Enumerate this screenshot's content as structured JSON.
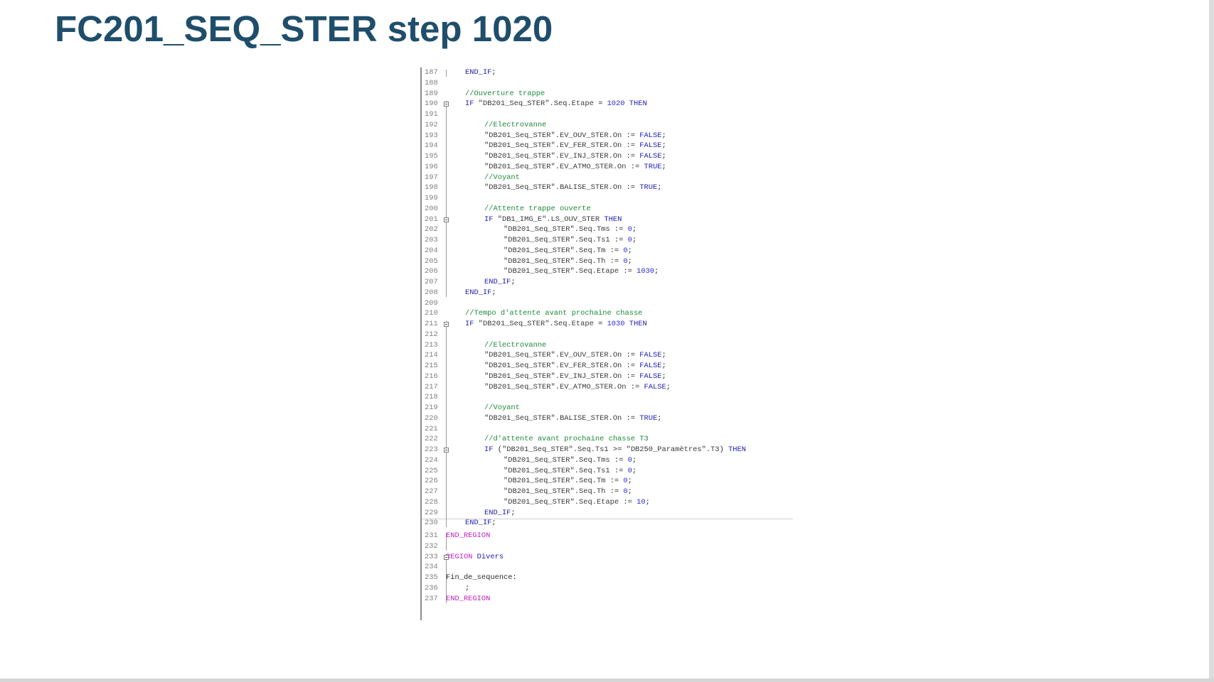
{
  "slide": {
    "title": "FC201_SEQ_STER step 1020"
  },
  "code": {
    "lines": [
      {
        "n": "187",
        "indent": 1,
        "tokens": [
          {
            "t": "kw",
            "v": "END_IF"
          },
          {
            "t": "op",
            "v": ";"
          }
        ]
      },
      {
        "n": "188",
        "indent": 0,
        "tokens": []
      },
      {
        "n": "189",
        "indent": 1,
        "tokens": [
          {
            "t": "cm",
            "v": "//Ouverture trappe"
          }
        ]
      },
      {
        "n": "190",
        "indent": 1,
        "tokens": [
          {
            "t": "kw",
            "v": "IF "
          },
          {
            "t": "str",
            "v": "\"DB201_Seq_STER\".Seq.Etape"
          },
          {
            "t": "op",
            "v": " = "
          },
          {
            "t": "num",
            "v": "1020"
          },
          {
            "t": "kw",
            "v": " THEN"
          }
        ]
      },
      {
        "n": "191",
        "indent": 0,
        "tokens": []
      },
      {
        "n": "192",
        "indent": 2,
        "tokens": [
          {
            "t": "cm",
            "v": "//Electrovanne"
          }
        ]
      },
      {
        "n": "193",
        "indent": 2,
        "tokens": [
          {
            "t": "str",
            "v": "\"DB201_Seq_STER\".EV_OUV_STER.On"
          },
          {
            "t": "op",
            "v": " := "
          },
          {
            "t": "bool",
            "v": "FALSE"
          },
          {
            "t": "op",
            "v": ";"
          }
        ]
      },
      {
        "n": "194",
        "indent": 2,
        "tokens": [
          {
            "t": "str",
            "v": "\"DB201_Seq_STER\".EV_FER_STER.On"
          },
          {
            "t": "op",
            "v": " := "
          },
          {
            "t": "bool",
            "v": "FALSE"
          },
          {
            "t": "op",
            "v": ";"
          }
        ]
      },
      {
        "n": "195",
        "indent": 2,
        "tokens": [
          {
            "t": "str",
            "v": "\"DB201_Seq_STER\".EV_INJ_STER.On"
          },
          {
            "t": "op",
            "v": " := "
          },
          {
            "t": "bool",
            "v": "FALSE"
          },
          {
            "t": "op",
            "v": ";"
          }
        ]
      },
      {
        "n": "196",
        "indent": 2,
        "tokens": [
          {
            "t": "str",
            "v": "\"DB201_Seq_STER\".EV_ATMO_STER.On"
          },
          {
            "t": "op",
            "v": " := "
          },
          {
            "t": "bool",
            "v": "TRUE"
          },
          {
            "t": "op",
            "v": ";"
          }
        ]
      },
      {
        "n": "197",
        "indent": 2,
        "tokens": [
          {
            "t": "cm",
            "v": "//Voyant"
          }
        ]
      },
      {
        "n": "198",
        "indent": 2,
        "tokens": [
          {
            "t": "str",
            "v": "\"DB201_Seq_STER\".BALISE_STER.On"
          },
          {
            "t": "op",
            "v": " := "
          },
          {
            "t": "bool",
            "v": "TRUE"
          },
          {
            "t": "op",
            "v": ";"
          }
        ]
      },
      {
        "n": "199",
        "indent": 0,
        "tokens": []
      },
      {
        "n": "200",
        "indent": 2,
        "tokens": [
          {
            "t": "cm",
            "v": "//Attente trappe ouverte"
          }
        ]
      },
      {
        "n": "201",
        "indent": 2,
        "tokens": [
          {
            "t": "kw",
            "v": "IF "
          },
          {
            "t": "str",
            "v": "\"DB1_IMG_E\".LS_OUV_STER"
          },
          {
            "t": "kw",
            "v": " THEN"
          }
        ]
      },
      {
        "n": "202",
        "indent": 3,
        "tokens": [
          {
            "t": "str",
            "v": "\"DB201_Seq_STER\".Seq.Tms"
          },
          {
            "t": "op",
            "v": " := "
          },
          {
            "t": "num",
            "v": "0"
          },
          {
            "t": "op",
            "v": ";"
          }
        ]
      },
      {
        "n": "203",
        "indent": 3,
        "tokens": [
          {
            "t": "str",
            "v": "\"DB201_Seq_STER\".Seq.Ts1"
          },
          {
            "t": "op",
            "v": " := "
          },
          {
            "t": "num",
            "v": "0"
          },
          {
            "t": "op",
            "v": ";"
          }
        ]
      },
      {
        "n": "204",
        "indent": 3,
        "tokens": [
          {
            "t": "str",
            "v": "\"DB201_Seq_STER\".Seq.Tm"
          },
          {
            "t": "op",
            "v": " := "
          },
          {
            "t": "num",
            "v": "0"
          },
          {
            "t": "op",
            "v": ";"
          }
        ]
      },
      {
        "n": "205",
        "indent": 3,
        "tokens": [
          {
            "t": "str",
            "v": "\"DB201_Seq_STER\".Seq.Th"
          },
          {
            "t": "op",
            "v": " := "
          },
          {
            "t": "num",
            "v": "0"
          },
          {
            "t": "op",
            "v": ";"
          }
        ]
      },
      {
        "n": "206",
        "indent": 3,
        "tokens": [
          {
            "t": "str",
            "v": "\"DB201_Seq_STER\".Seq.Etape"
          },
          {
            "t": "op",
            "v": " := "
          },
          {
            "t": "num",
            "v": "1030"
          },
          {
            "t": "op",
            "v": ";"
          }
        ]
      },
      {
        "n": "207",
        "indent": 2,
        "tokens": [
          {
            "t": "kw",
            "v": "END_IF"
          },
          {
            "t": "op",
            "v": ";"
          }
        ]
      },
      {
        "n": "208",
        "indent": 1,
        "tokens": [
          {
            "t": "kw",
            "v": "END_IF"
          },
          {
            "t": "op",
            "v": ";"
          }
        ]
      },
      {
        "n": "209",
        "indent": 0,
        "tokens": []
      },
      {
        "n": "210",
        "indent": 1,
        "tokens": [
          {
            "t": "cm",
            "v": "//Tempo d'attente avant prochaine chasse"
          }
        ]
      },
      {
        "n": "211",
        "indent": 1,
        "tokens": [
          {
            "t": "kw",
            "v": "IF "
          },
          {
            "t": "str",
            "v": "\"DB201_Seq_STER\".Seq.Etape"
          },
          {
            "t": "op",
            "v": " = "
          },
          {
            "t": "num",
            "v": "1030"
          },
          {
            "t": "kw",
            "v": " THEN"
          }
        ]
      },
      {
        "n": "212",
        "indent": 0,
        "tokens": []
      },
      {
        "n": "213",
        "indent": 2,
        "tokens": [
          {
            "t": "cm",
            "v": "//Electrovanne"
          }
        ]
      },
      {
        "n": "214",
        "indent": 2,
        "tokens": [
          {
            "t": "str",
            "v": "\"DB201_Seq_STER\".EV_OUV_STER.On"
          },
          {
            "t": "op",
            "v": " := "
          },
          {
            "t": "bool",
            "v": "FALSE"
          },
          {
            "t": "op",
            "v": ";"
          }
        ]
      },
      {
        "n": "215",
        "indent": 2,
        "tokens": [
          {
            "t": "str",
            "v": "\"DB201_Seq_STER\".EV_FER_STER.On"
          },
          {
            "t": "op",
            "v": " := "
          },
          {
            "t": "bool",
            "v": "FALSE"
          },
          {
            "t": "op",
            "v": ";"
          }
        ]
      },
      {
        "n": "216",
        "indent": 2,
        "tokens": [
          {
            "t": "str",
            "v": "\"DB201_Seq_STER\".EV_INJ_STER.On"
          },
          {
            "t": "op",
            "v": " := "
          },
          {
            "t": "bool",
            "v": "FALSE"
          },
          {
            "t": "op",
            "v": ";"
          }
        ]
      },
      {
        "n": "217",
        "indent": 2,
        "tokens": [
          {
            "t": "str",
            "v": "\"DB201_Seq_STER\".EV_ATMO_STER.On"
          },
          {
            "t": "op",
            "v": " := "
          },
          {
            "t": "bool",
            "v": "FALSE"
          },
          {
            "t": "op",
            "v": ";"
          }
        ]
      },
      {
        "n": "218",
        "indent": 0,
        "tokens": []
      },
      {
        "n": "219",
        "indent": 2,
        "tokens": [
          {
            "t": "cm",
            "v": "//Voyant"
          }
        ]
      },
      {
        "n": "220",
        "indent": 2,
        "tokens": [
          {
            "t": "str",
            "v": "\"DB201_Seq_STER\".BALISE_STER.On"
          },
          {
            "t": "op",
            "v": " := "
          },
          {
            "t": "bool",
            "v": "TRUE"
          },
          {
            "t": "op",
            "v": ";"
          }
        ]
      },
      {
        "n": "221",
        "indent": 0,
        "tokens": []
      },
      {
        "n": "222",
        "indent": 2,
        "tokens": [
          {
            "t": "cm",
            "v": "//d'attente avant prochaine chasse T3"
          }
        ]
      },
      {
        "n": "223",
        "indent": 2,
        "tokens": [
          {
            "t": "kw",
            "v": "IF "
          },
          {
            "t": "op",
            "v": "("
          },
          {
            "t": "str",
            "v": "\"DB201_Seq_STER\".Seq.Ts1"
          },
          {
            "t": "op",
            "v": " >= "
          },
          {
            "t": "str",
            "v": "\"DB250_Paramètres\".T3"
          },
          {
            "t": "op",
            "v": ")"
          },
          {
            "t": "kw",
            "v": " THEN"
          }
        ]
      },
      {
        "n": "224",
        "indent": 3,
        "tokens": [
          {
            "t": "str",
            "v": "\"DB201_Seq_STER\".Seq.Tms"
          },
          {
            "t": "op",
            "v": " := "
          },
          {
            "t": "num",
            "v": "0"
          },
          {
            "t": "op",
            "v": ";"
          }
        ]
      },
      {
        "n": "225",
        "indent": 3,
        "tokens": [
          {
            "t": "str",
            "v": "\"DB201_Seq_STER\".Seq.Ts1"
          },
          {
            "t": "op",
            "v": " := "
          },
          {
            "t": "num",
            "v": "0"
          },
          {
            "t": "op",
            "v": ";"
          }
        ]
      },
      {
        "n": "226",
        "indent": 3,
        "tokens": [
          {
            "t": "str",
            "v": "\"DB201_Seq_STER\".Seq.Tm"
          },
          {
            "t": "op",
            "v": " := "
          },
          {
            "t": "num",
            "v": "0"
          },
          {
            "t": "op",
            "v": ";"
          }
        ]
      },
      {
        "n": "227",
        "indent": 3,
        "tokens": [
          {
            "t": "str",
            "v": "\"DB201_Seq_STER\".Seq.Th"
          },
          {
            "t": "op",
            "v": " := "
          },
          {
            "t": "num",
            "v": "0"
          },
          {
            "t": "op",
            "v": ";"
          }
        ]
      },
      {
        "n": "228",
        "indent": 3,
        "tokens": [
          {
            "t": "str",
            "v": "\"DB201_Seq_STER\".Seq.Etape"
          },
          {
            "t": "op",
            "v": " := "
          },
          {
            "t": "num",
            "v": "10"
          },
          {
            "t": "op",
            "v": ";"
          }
        ]
      },
      {
        "n": "229",
        "indent": 2,
        "tokens": [
          {
            "t": "kw",
            "v": "END_IF"
          },
          {
            "t": "op",
            "v": ";"
          }
        ]
      },
      {
        "n": "230",
        "indent": 1,
        "tokens": [
          {
            "t": "kw",
            "v": "END_IF"
          },
          {
            "t": "op",
            "v": ";"
          }
        ]
      },
      {
        "n": "231",
        "indent": 0,
        "tokens": [
          {
            "t": "region",
            "v": "END_REGION"
          }
        ]
      },
      {
        "n": "232",
        "indent": 0,
        "tokens": []
      },
      {
        "n": "233",
        "indent": 0,
        "tokens": [
          {
            "t": "region",
            "v": "REGION "
          },
          {
            "t": "kw",
            "v": "Divers"
          }
        ]
      },
      {
        "n": "234",
        "indent": 0,
        "tokens": []
      },
      {
        "n": "235",
        "indent": 0,
        "tokens": [
          {
            "t": "plain",
            "v": "Fin_de_sequence:"
          }
        ]
      },
      {
        "n": "236",
        "indent": 1,
        "tokens": [
          {
            "t": "op",
            "v": ";"
          }
        ]
      },
      {
        "n": "237",
        "indent": 0,
        "tokens": [
          {
            "t": "region",
            "v": "END_REGION"
          }
        ]
      }
    ]
  },
  "colors": {
    "title": "#1f4e6b",
    "keyword": "#1c1cb5",
    "comment": "#1e8a3a",
    "number": "#2a2ad0",
    "region": "#c020c0",
    "line_number": "#808080"
  }
}
